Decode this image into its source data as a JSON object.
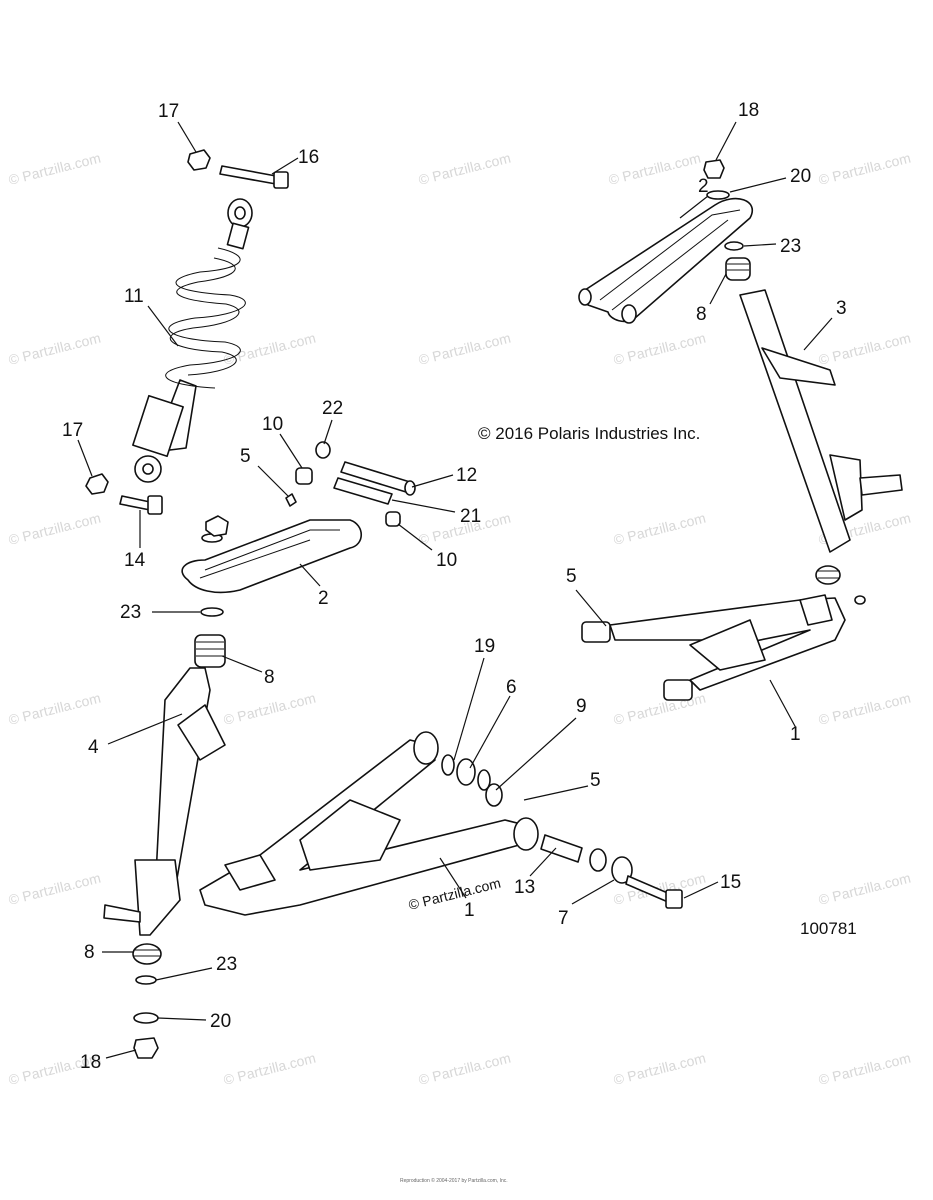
{
  "copyright": "© 2016 Polaris Industries Inc.",
  "reference_number": "100781",
  "watermark_text": "© Partzilla.com",
  "inline_watermark": "© Partzilla.com",
  "footer_text": "Reproduction © 2004-2017 by Partzilla.com, Inc.",
  "callouts": [
    "17",
    "16",
    "11",
    "17",
    "14",
    "10",
    "22",
    "5",
    "12",
    "21",
    "10",
    "2",
    "23",
    "8",
    "4",
    "8",
    "23",
    "20",
    "18",
    "18",
    "20",
    "2",
    "23",
    "8",
    "3",
    "5",
    "1",
    "19",
    "6",
    "9",
    "5",
    "1",
    "13",
    "15",
    "7"
  ]
}
